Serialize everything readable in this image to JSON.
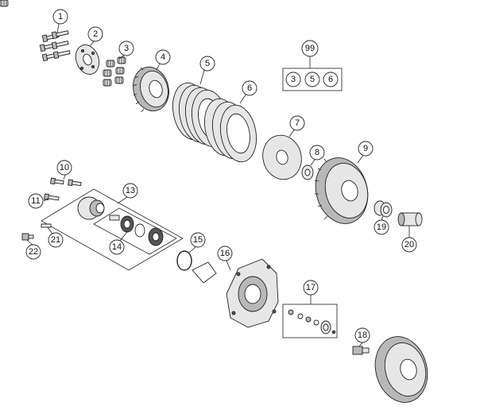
{
  "callouts": [
    {
      "id": "1",
      "label": "1"
    },
    {
      "id": "2",
      "label": "2"
    },
    {
      "id": "3",
      "label": "3"
    },
    {
      "id": "4",
      "label": "4"
    },
    {
      "id": "5",
      "label": "5"
    },
    {
      "id": "6",
      "label": "6"
    },
    {
      "id": "7",
      "label": "7"
    },
    {
      "id": "8",
      "label": "8"
    },
    {
      "id": "9",
      "label": "9"
    },
    {
      "id": "10",
      "label": "10"
    },
    {
      "id": "11",
      "label": "11"
    },
    {
      "id": "13",
      "label": "13"
    },
    {
      "id": "14",
      "label": "14"
    },
    {
      "id": "15",
      "label": "15"
    },
    {
      "id": "16",
      "label": "16"
    },
    {
      "id": "17",
      "label": "17"
    },
    {
      "id": "18",
      "label": "18"
    },
    {
      "id": "19",
      "label": "19"
    },
    {
      "id": "20",
      "label": "20"
    },
    {
      "id": "21",
      "label": "21"
    },
    {
      "id": "22",
      "label": "22"
    },
    {
      "id": "99",
      "label": "99"
    }
  ],
  "kit_99": [
    "3",
    "5",
    "6"
  ]
}
